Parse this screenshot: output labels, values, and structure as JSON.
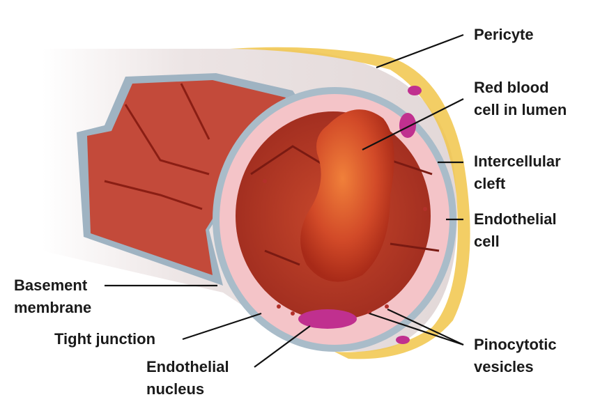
{
  "labels": {
    "pericyte": [
      "Pericyte"
    ],
    "rbc": [
      "Red blood",
      "cell in lumen"
    ],
    "cleft": [
      "Intercellular",
      "cleft"
    ],
    "endo_cell": [
      "Endothelial",
      "cell"
    ],
    "basement": [
      "Basement",
      "membrane"
    ],
    "tight": [
      "Tight junction"
    ],
    "endo_nucleus": [
      "Endothelial",
      "nucleus"
    ],
    "pino": [
      "Pinocytotic",
      "vesicles"
    ]
  },
  "colors": {
    "outer": "#e9e2e2",
    "basement": "#9fb3c2",
    "endothelium": "#f4c4c8",
    "lumen": "#b63a26",
    "rbc": "#d8502c",
    "nucleus": "#c0308f",
    "pericyte": "#f1c64a"
  }
}
